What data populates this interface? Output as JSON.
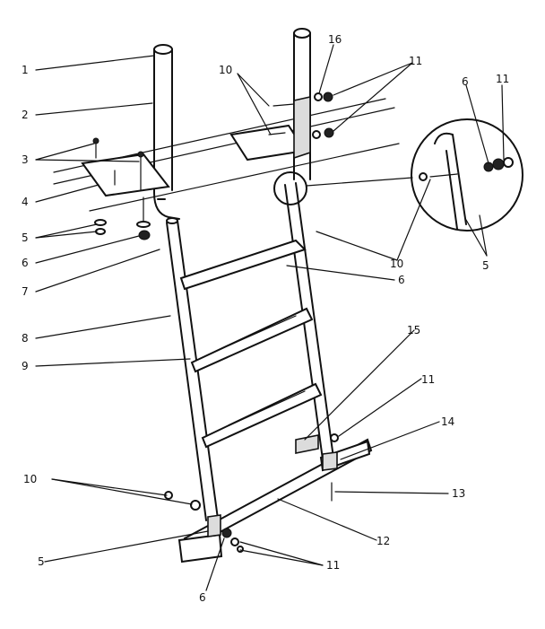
{
  "callouts": [
    {
      "id": "c1",
      "text": "1"
    },
    {
      "id": "c2",
      "text": "2"
    },
    {
      "id": "c3",
      "text": "3"
    },
    {
      "id": "c4",
      "text": "4"
    },
    {
      "id": "c5a",
      "text": "5"
    },
    {
      "id": "c6a",
      "text": "6"
    },
    {
      "id": "c7",
      "text": "7"
    },
    {
      "id": "c8",
      "text": "8"
    },
    {
      "id": "c9",
      "text": "9"
    },
    {
      "id": "c10a",
      "text": "10"
    },
    {
      "id": "c10b",
      "text": "10"
    },
    {
      "id": "c10c",
      "text": "10"
    },
    {
      "id": "c16",
      "text": "16"
    },
    {
      "id": "c11a",
      "text": "11"
    },
    {
      "id": "c6b",
      "text": "6"
    },
    {
      "id": "c11b",
      "text": "11"
    },
    {
      "id": "c5b",
      "text": "5"
    },
    {
      "id": "c6c",
      "text": "6"
    },
    {
      "id": "c15",
      "text": "15"
    },
    {
      "id": "c11c",
      "text": "11"
    },
    {
      "id": "c14",
      "text": "14"
    },
    {
      "id": "c13",
      "text": "13"
    },
    {
      "id": "c12",
      "text": "12"
    },
    {
      "id": "c5c",
      "text": "5"
    },
    {
      "id": "c11d",
      "text": "11"
    },
    {
      "id": "c6d",
      "text": "6"
    }
  ]
}
